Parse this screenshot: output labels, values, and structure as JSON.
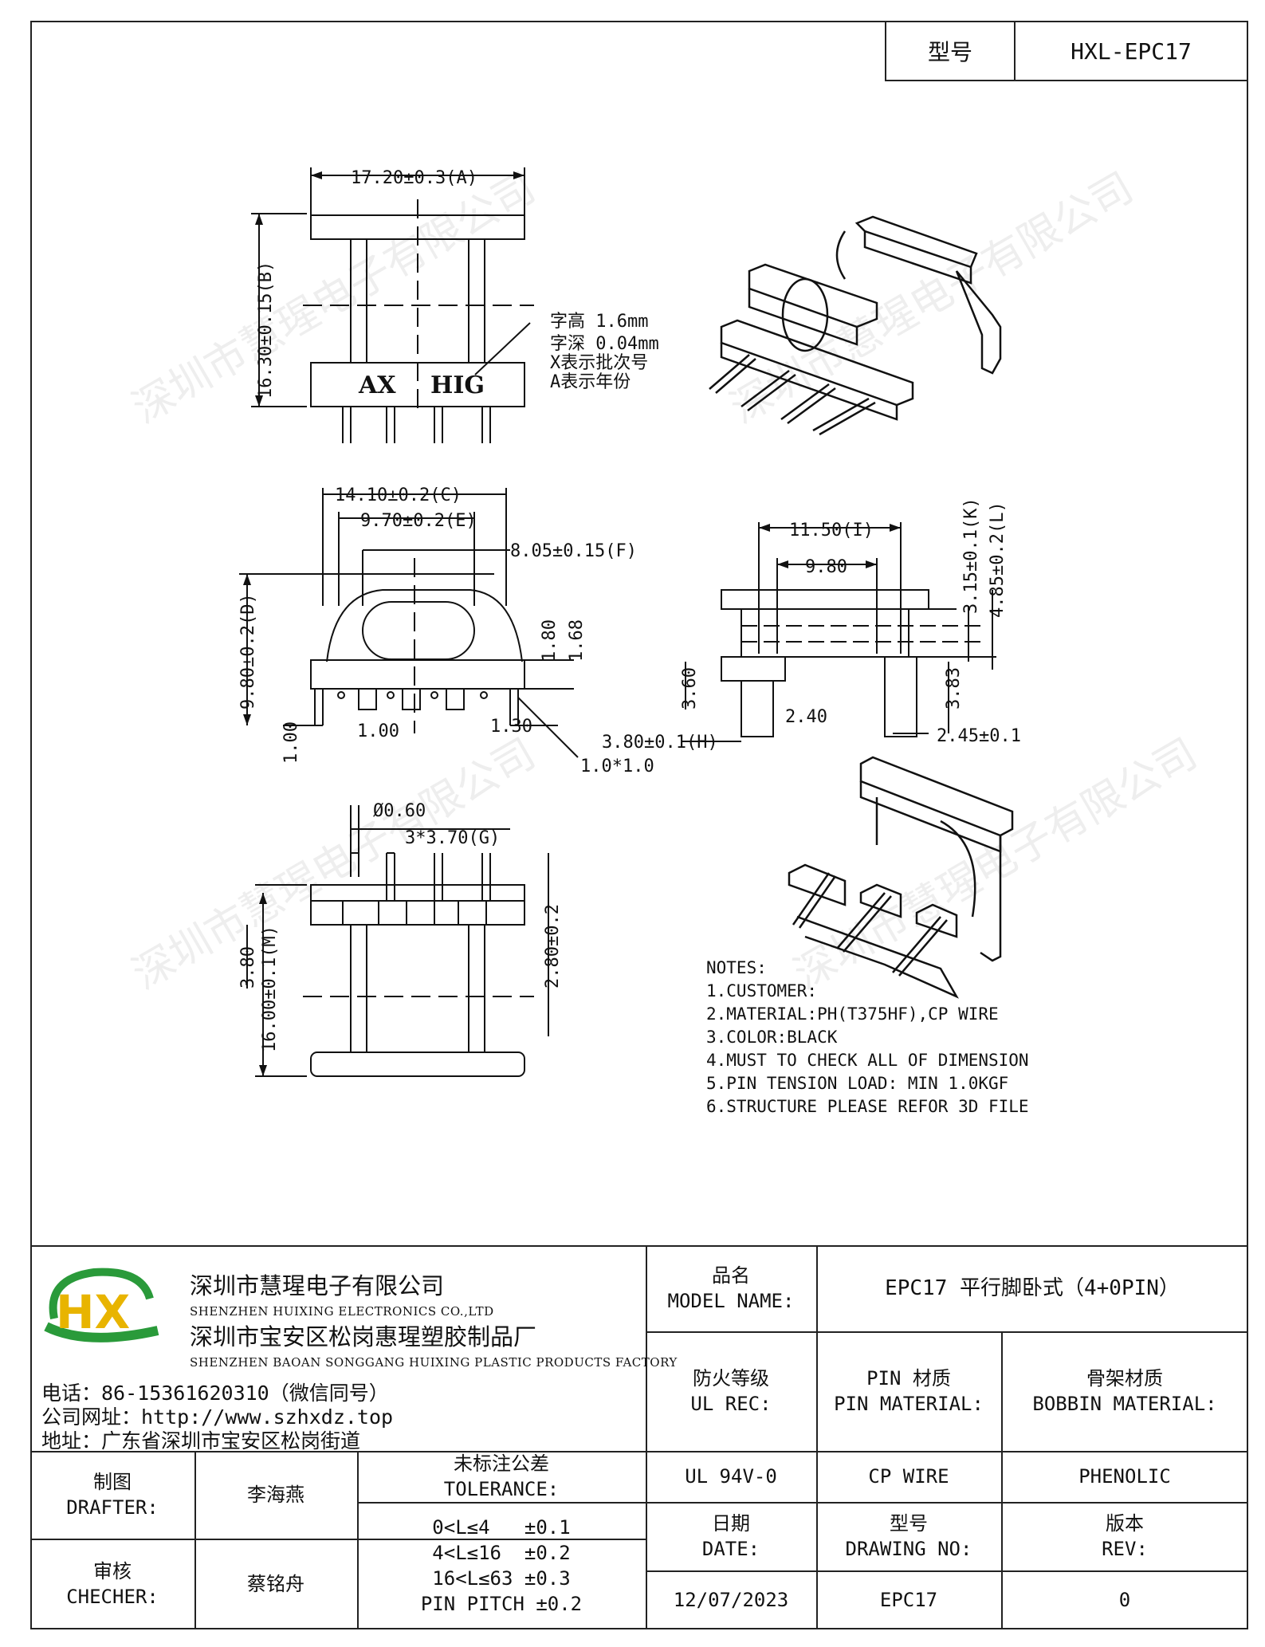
{
  "header": {
    "model_label": "型号",
    "model_value": "HXL-EPC17"
  },
  "drawing": {
    "top_view": {
      "dim_a": "17.20±0.3(A)",
      "dim_b": "16.30±0.15(B)",
      "marking": [
        "AX",
        "HIG"
      ],
      "callout": [
        "字高 1.6mm",
        "字深 0.04mm",
        "X表示批次号",
        "A表示年份"
      ]
    },
    "side_view": {
      "dim_c": "14.10±0.2(C)",
      "dim_e": "9.70±0.2(E)",
      "dim_f": "8.05±0.15(F)",
      "dim_d": "9.80±0.2(D)",
      "dim_180": "1.80",
      "dim_168": "1.68",
      "dim_100a": "1.00",
      "dim_100b": "1.00",
      "dim_130": "1.30",
      "dim_10x10": "1.0*1.0"
    },
    "end_view": {
      "dim_i": "11.50(I)",
      "dim_980": "9.80",
      "dim_k": "3.15±0.1(K)",
      "dim_l": "4.85±0.2(L)",
      "dim_360": "3.60",
      "dim_240": "2.40",
      "dim_383": "3.83",
      "dim_h": "3.80±0.1(H)",
      "dim_245": "2.45±0.1"
    },
    "bottom_view": {
      "dim_phi": "Ø0.60",
      "dim_g": "3*3.70(G)",
      "dim_380": "3.80",
      "dim_m": "16.00±0.1(M)",
      "dim_280": "2.80±0.2"
    },
    "watermark": "深圳市慧瑆电子有限公司"
  },
  "notes": [
    "NOTES:",
    "1.CUSTOMER:",
    "2.MATERIAL:PH(T375HF),CP WIRE",
    "3.COLOR:BLACK",
    "4.MUST TO CHECK ALL OF DIMENSION",
    "5.PIN TENSION LOAD: MIN 1.0KGF",
    "6.STRUCTURE PLEASE REFOR 3D FILE"
  ],
  "title_block": {
    "logo": "HX",
    "company_cn": "深圳市慧瑆电子有限公司",
    "company_en": "SHENZHEN HUIXING ELECTRONICS CO.,LTD",
    "factory_cn": "深圳市宝安区松岗惠瑆塑胶制品厂",
    "factory_en": "SHENZHEN BAOAN SONGGANG HUIXING PLASTIC PRODUCTS FACTORY",
    "phone": "电话：86-15361620310（微信同号）",
    "website": "公司网址：http://www.szhxdz.top",
    "address": "地址：广东省深圳市宝安区松岗街道",
    "model_name_label": [
      "品名",
      "MODEL NAME:"
    ],
    "model_name_value": "EPC17 平行脚卧式（4+0PIN）",
    "ul_label": [
      "防火等级",
      "UL REC:"
    ],
    "pin_label": [
      "PIN 材质",
      "PIN MATERIAL:"
    ],
    "bobbin_label": [
      "骨架材质",
      "BOBBIN MATERIAL:"
    ],
    "ul_value": "UL 94V-0",
    "pin_value": "CP WIRE",
    "bobbin_value": "PHENOLIC",
    "drafter_label": [
      "制图",
      "DRAFTER:"
    ],
    "drafter_value": "李海燕",
    "checker_label": [
      "审核",
      "CHECHER:"
    ],
    "checker_value": "蔡铭舟",
    "tolerance_label": [
      "未标注公差",
      "TOLERANCE:"
    ],
    "tolerances": [
      "0<L≤4   ±0.1",
      "4<L≤16  ±0.2",
      "16<L≤63 ±0.3",
      "PIN PITCH ±0.2"
    ],
    "date_label": [
      "日期",
      "DATE:"
    ],
    "drawing_no_label": [
      "型号",
      "DRAWING NO:"
    ],
    "rev_label": [
      "版本",
      "REV:"
    ],
    "date_value": "12/07/2023",
    "drawing_no_value": "EPC17",
    "rev_value": "0"
  }
}
